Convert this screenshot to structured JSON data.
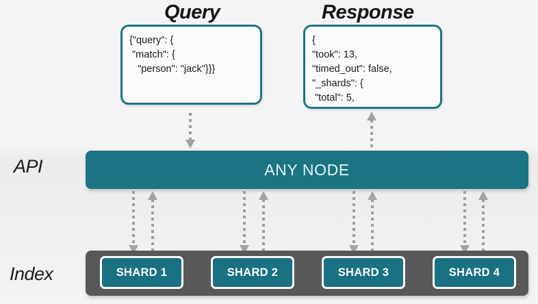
{
  "diagram": {
    "rows": [
      {
        "label": "API"
      },
      {
        "label": "Index"
      }
    ],
    "query_panel": {
      "title": "Query",
      "lines": [
        "{\"query\": {",
        " \"match\": {",
        "   \"person\": \"jack\"}}}"
      ]
    },
    "response_panel": {
      "title": "Response",
      "lines": [
        "{",
        "\"took\": 13,",
        "\"timed_out\": false,",
        "\"_shards\": {",
        " \"total\": 5,"
      ]
    },
    "any_node": {
      "label": "ANY NODE"
    },
    "shards": [
      {
        "label": "SHARD 1"
      },
      {
        "label": "SHARD 2"
      },
      {
        "label": "SHARD 3"
      },
      {
        "label": "SHARD 4"
      }
    ],
    "colors": {
      "teal": "#1b7482",
      "shard_teal": "#197181",
      "dark_gray": "#595757",
      "background": "#f4f4f4",
      "arrow_gray": "#a3a3a3",
      "node_text": "#e4f5f7",
      "shard_text": "#ffffff"
    },
    "arrows": {
      "query_to_node": "arrow-down-dotted",
      "node_to_response": "arrow-up-dotted",
      "node_to_shard": "arrow-down-dotted",
      "shard_to_node": "arrow-up-dotted"
    }
  }
}
